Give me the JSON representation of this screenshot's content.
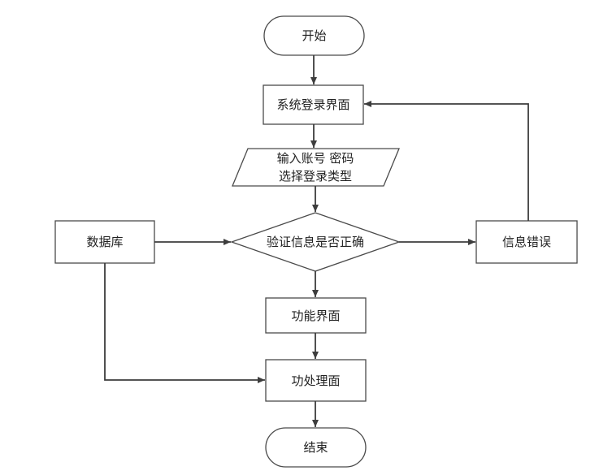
{
  "colors": {
    "background": "#ffffff",
    "stroke": "#4a4a4a",
    "edge": "#3d3d3d",
    "text": "#222222"
  },
  "nodes": {
    "start": {
      "label": "开始",
      "shape": "terminator"
    },
    "login": {
      "label": "系统登录界面",
      "shape": "process"
    },
    "input": {
      "line1": "输入账号 密码",
      "line2": "选择登录类型",
      "shape": "data"
    },
    "verify": {
      "label": "验证信息是否正确",
      "shape": "decision"
    },
    "database": {
      "label": "数据库",
      "shape": "process"
    },
    "error": {
      "label": "信息错误",
      "shape": "process"
    },
    "function": {
      "label": "功能界面",
      "shape": "process"
    },
    "handle": {
      "label": "功处理面",
      "shape": "process"
    },
    "end": {
      "label": "结束",
      "shape": "terminator"
    }
  },
  "edges": [
    {
      "from": "start",
      "to": "login"
    },
    {
      "from": "login",
      "to": "input"
    },
    {
      "from": "input",
      "to": "verify"
    },
    {
      "from": "database",
      "to": "verify"
    },
    {
      "from": "verify",
      "to": "error"
    },
    {
      "from": "error",
      "to": "login"
    },
    {
      "from": "verify",
      "to": "function"
    },
    {
      "from": "function",
      "to": "handle"
    },
    {
      "from": "database",
      "to": "handle"
    },
    {
      "from": "handle",
      "to": "end"
    }
  ]
}
